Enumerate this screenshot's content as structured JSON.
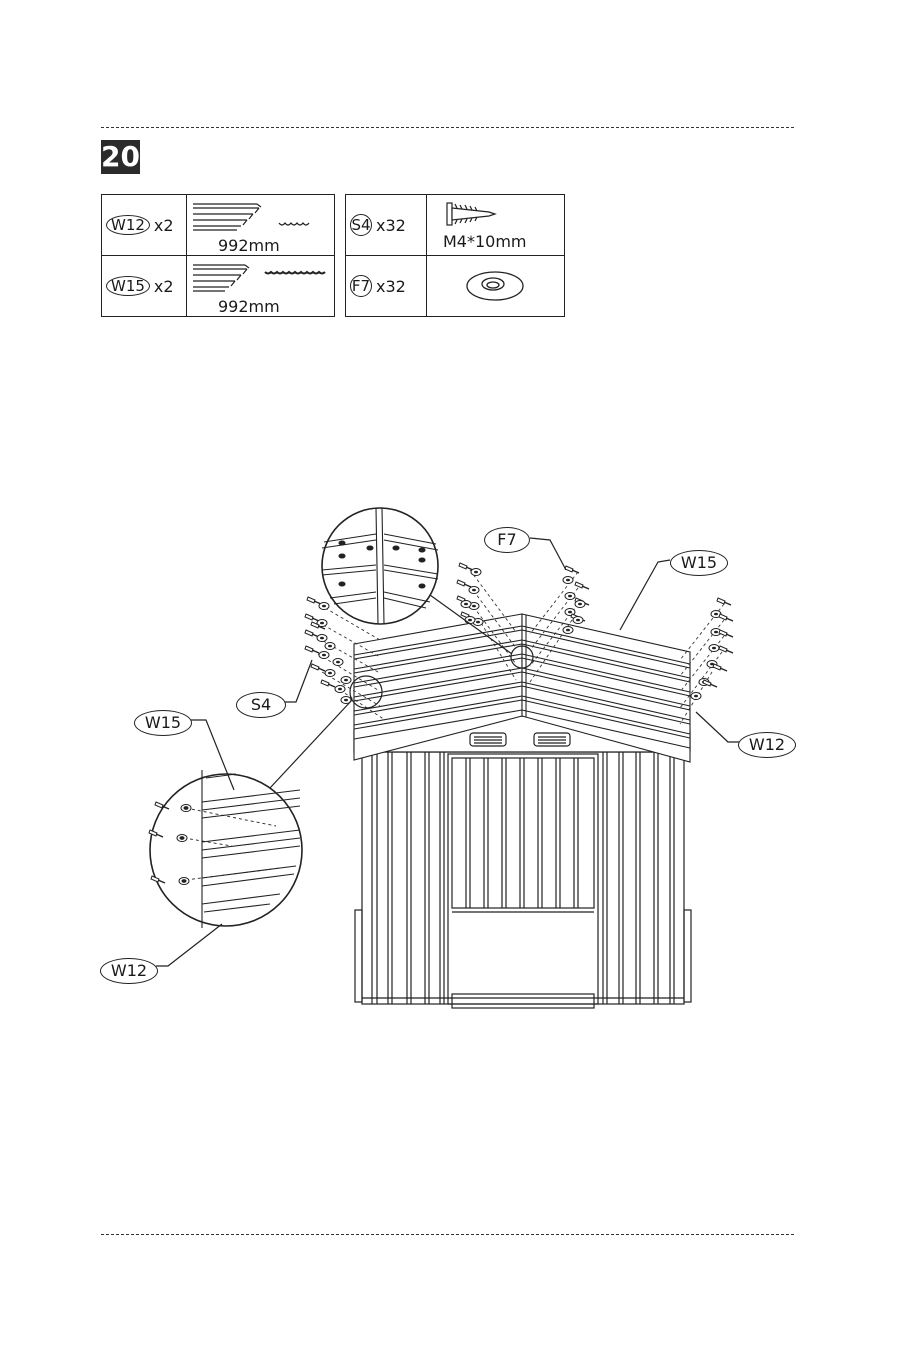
{
  "step": {
    "number": "20"
  },
  "parts_left": [
    {
      "id": "W12",
      "qty": "x2",
      "dimension": "992mm"
    },
    {
      "id": "W15",
      "qty": "x2",
      "dimension": "992mm"
    }
  ],
  "parts_right": [
    {
      "id": "S4",
      "qty": "x32",
      "spec": "M4*10mm"
    },
    {
      "id": "F7",
      "qty": "x32",
      "spec": ""
    }
  ],
  "callouts": {
    "f7": "F7",
    "w15_top": "W15",
    "s4": "S4",
    "w15_left": "W15",
    "w12_right": "W12",
    "w12_left": "W12"
  },
  "icons": [
    "screw-icon",
    "washer-icon",
    "roof-panel-icon"
  ]
}
